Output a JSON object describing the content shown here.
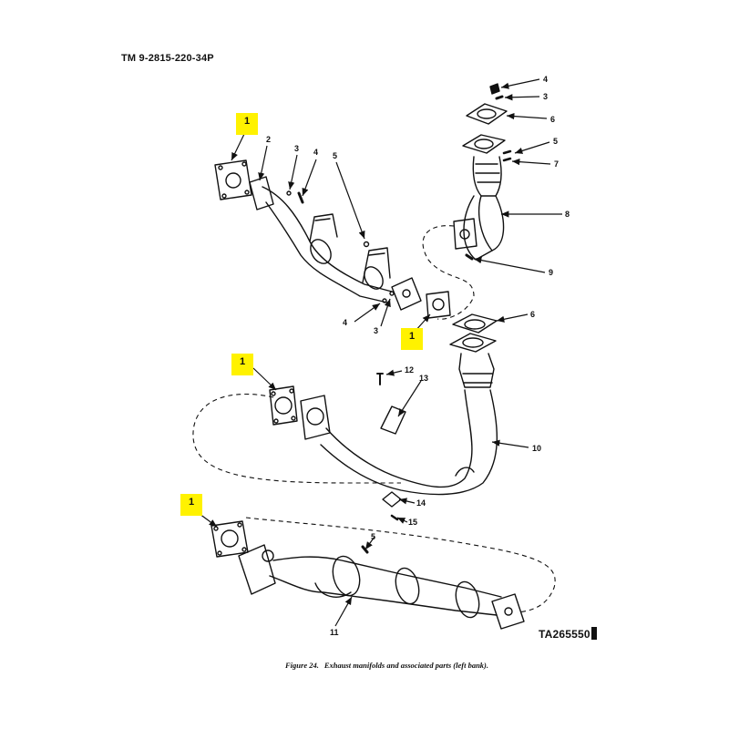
{
  "document": {
    "header": "TM 9-2815-220-34P",
    "figure_number": "Figure 24.",
    "figure_title": "Exhaust manifolds and associated parts (left bank).",
    "ta_code": "TA265550"
  },
  "highlighted_callouts": [
    "1",
    "1",
    "1",
    "1"
  ],
  "callouts": {
    "c2": "2",
    "c3a": "3",
    "c4a": "4",
    "c5a": "5",
    "c4b": "4",
    "c3b": "3",
    "c4c": "4",
    "c3c": "3",
    "c6a": "6",
    "c5b": "5",
    "c7": "7",
    "c8": "8",
    "c9": "9",
    "c6b": "6",
    "c12": "12",
    "c13": "13",
    "c10": "10",
    "c14": "14",
    "c15": "15",
    "c5c": "5",
    "c11": "11"
  },
  "colors": {
    "highlight": "#fff200",
    "ink": "#111111"
  }
}
